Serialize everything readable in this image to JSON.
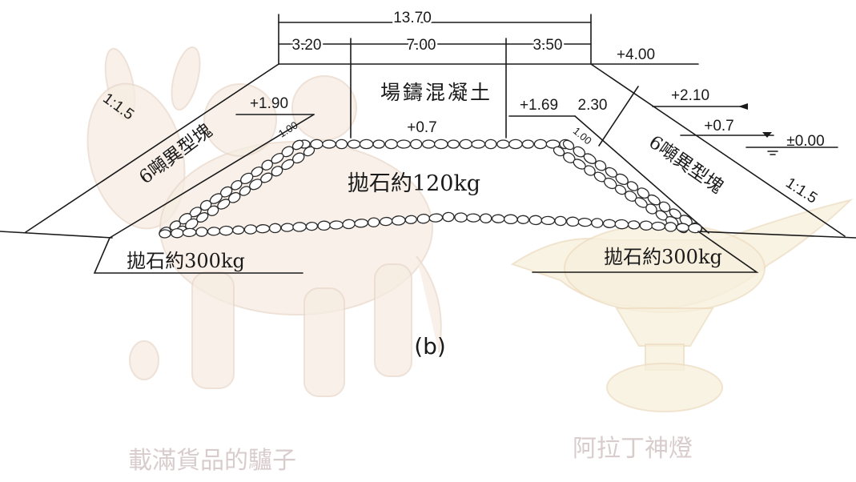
{
  "labels": {
    "overall_width": "13.70",
    "seg_left": "3.20",
    "seg_mid": "7.00",
    "seg_right": "3.50",
    "crest_elev": "+4.00",
    "concrete": "場鑄混凝土",
    "left_armor_elev": "+1.90",
    "core_top_elev": "+0.7",
    "right_armor_elev": "+1.69",
    "armor_thickness": "2.30",
    "rock_thickness_left": "1.00",
    "rock_thickness_right": "1.00",
    "high_tide": "+2.10",
    "mid_tide": "+0.7",
    "datum": "±0.00",
    "armor_left": "6噸異型塊",
    "armor_right": "6噸異型塊",
    "slope_left": "1:1.5",
    "slope_right": "1:1.5",
    "core": "拋石約120kg",
    "toe_left": "拋石約300kg",
    "toe_right": "拋石約300kg",
    "figure_label": "(b)"
  },
  "watermarks": {
    "left": "載滿貨品的驢子",
    "right": "阿拉丁神燈"
  }
}
